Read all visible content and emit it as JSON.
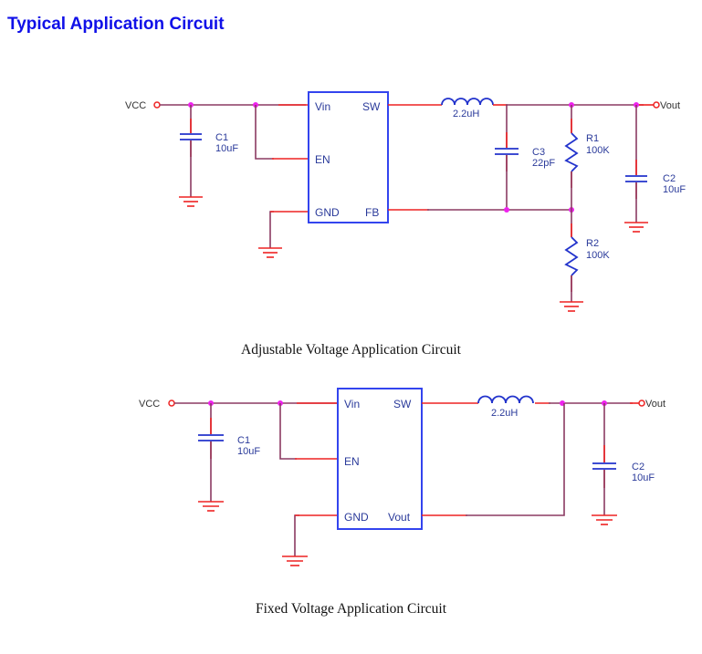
{
  "page": {
    "title": "Typical Application Circuit"
  },
  "circuits": [
    {
      "caption": "Adjustable Voltage Application Circuit",
      "input_terminal": "VCC",
      "output_terminal": "Vout",
      "ic": {
        "pins_left": [
          "Vin",
          "EN",
          "GND"
        ],
        "pins_right": [
          "SW",
          "FB"
        ]
      },
      "components": {
        "C1": {
          "ref": "C1",
          "value": "10uF"
        },
        "L1": {
          "value": "2.2uH"
        },
        "C3": {
          "ref": "C3",
          "value": "22pF"
        },
        "R1": {
          "ref": "R1",
          "value": "100K"
        },
        "R2": {
          "ref": "R2",
          "value": "100K"
        },
        "C2": {
          "ref": "C2",
          "value": "10uF"
        }
      }
    },
    {
      "caption": "Fixed Voltage Application Circuit",
      "input_terminal": "VCC",
      "output_terminal": "Vout",
      "ic": {
        "pins_left": [
          "Vin",
          "EN",
          "GND"
        ],
        "pins_right": [
          "SW",
          "Vout"
        ]
      },
      "components": {
        "C1": {
          "ref": "C1",
          "value": "10uF"
        },
        "L1": {
          "value": "2.2uH"
        },
        "C2": {
          "ref": "C2",
          "value": "10uF"
        }
      }
    }
  ]
}
